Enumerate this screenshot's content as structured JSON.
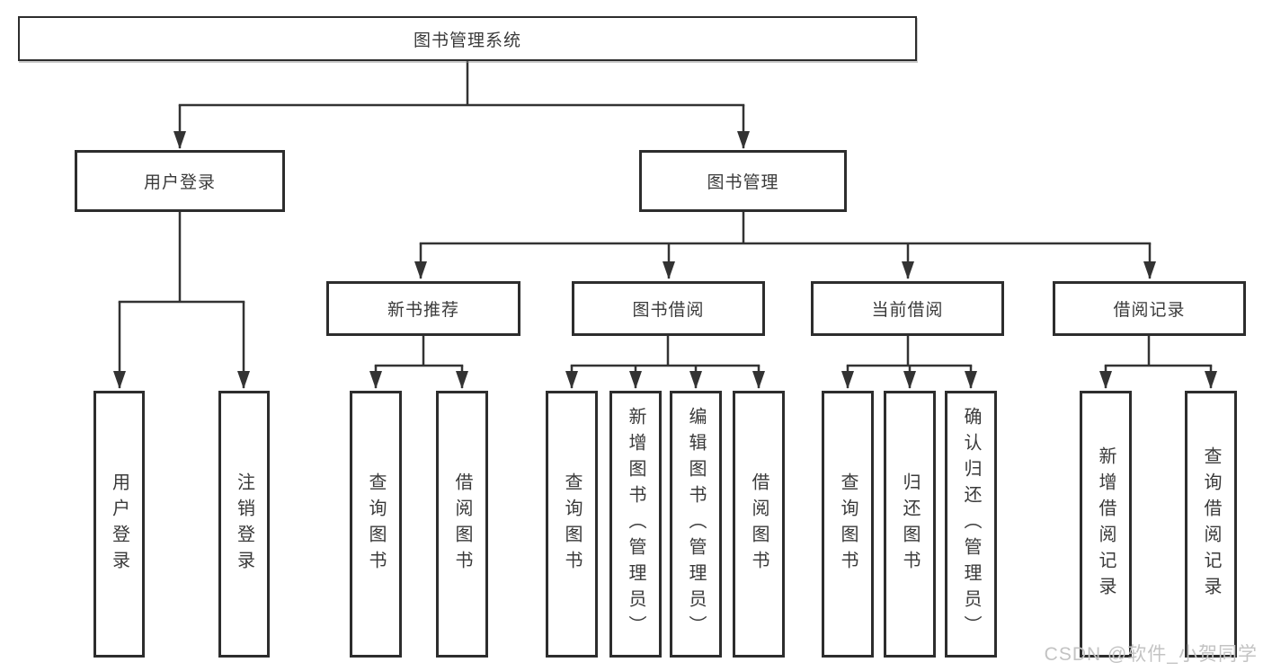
{
  "diagram": {
    "root": {
      "label": "图书管理系统"
    },
    "level2": {
      "user_login": {
        "label": "用户登录"
      },
      "book_mgmt": {
        "label": "图书管理"
      }
    },
    "level3": {
      "new_books": {
        "label": "新书推荐"
      },
      "book_borrow": {
        "label": "图书借阅"
      },
      "current_borrow": {
        "label": "当前借阅"
      },
      "borrow_records": {
        "label": "借阅记录"
      }
    },
    "leaves": {
      "user_login": [
        "用户登录",
        "注销登录"
      ],
      "new_books": [
        "查询图书",
        "借阅图书"
      ],
      "book_borrow": [
        "查询图书",
        "新增图书（管理员）",
        "编辑图书（管理员）",
        "借阅图书"
      ],
      "current_borrow": [
        "查询图书",
        "归还图书",
        "确认归还（管理员）"
      ],
      "borrow_records": [
        "新增借阅记录",
        "查询借阅记录"
      ]
    }
  },
  "watermark": "CSDN @软件_小贺同学",
  "colors": {
    "line": "#333333",
    "border": "#2d2d2d",
    "text": "#3a3a3a",
    "watermark": "#c3c3c3",
    "background": "#ffffff"
  }
}
